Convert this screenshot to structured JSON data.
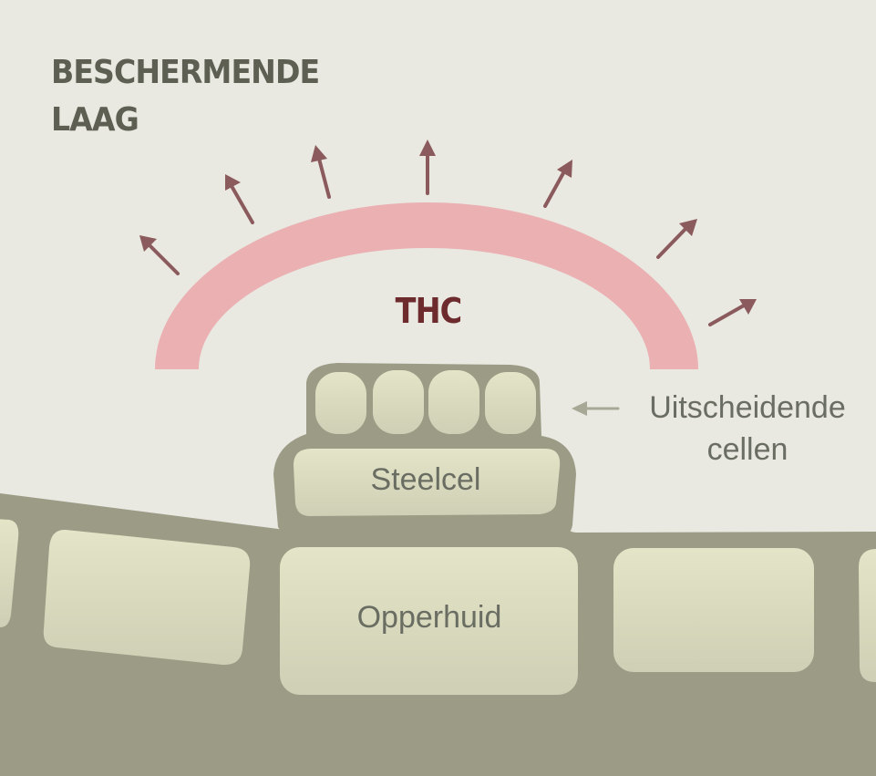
{
  "labels": {
    "protective_layer_line1": "BESCHERMENDE",
    "protective_layer_line2": "LAAG",
    "thc": "THC",
    "secretory_cells_line1": "Uitscheidende",
    "secretory_cells_line2": "cellen",
    "stalk_cell": "Steelcel",
    "epidermis": "Opperhuid"
  },
  "colors": {
    "background": "#e9e8e1",
    "tissue": "#9c9c86",
    "cell_fill": "#dcdcbe",
    "resin_layer": "#ebb0b2",
    "arrow": "#8b5a5d",
    "pointer_arrow": "#a8a896",
    "title_text": "#5c5f52",
    "thc_text": "#6e2b2e",
    "label_text": "#6a6d62"
  }
}
